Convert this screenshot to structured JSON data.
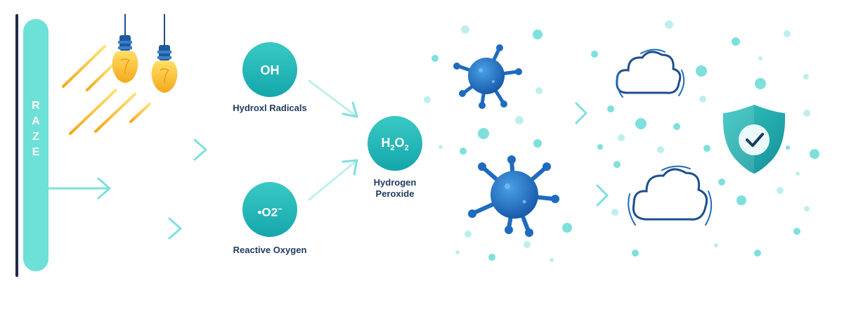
{
  "brand": {
    "name": "RAZE",
    "letters": [
      "R",
      "A",
      "Z",
      "E"
    ]
  },
  "nodes": {
    "hydroxyl": {
      "symbol": "OH",
      "label": "Hydroxl Radicals"
    },
    "oxygen": {
      "symbol": "•O2",
      "superscript": "−",
      "label": "Reactive Oxygen"
    },
    "peroxide": {
      "symbol_h": "H",
      "sub_1": "2",
      "symbol_o": "O",
      "sub_2": "2",
      "label_line1": "Hydrogen",
      "label_line2": "Peroxide"
    }
  },
  "colors": {
    "bar": "#6de0d8",
    "bar_line": "#1e2a4a",
    "bubble": "#22b8b8",
    "arrow": "#7ee0dc",
    "label": "#1e3a5f",
    "virus": "#1e6bbf",
    "dot": "#7ee0dc",
    "shield": "#22b8b8",
    "light_ray": "#f4b42a"
  },
  "icons": [
    "light-bulb-icon",
    "virus-icon",
    "cloud-icon",
    "shield-check-icon"
  ]
}
